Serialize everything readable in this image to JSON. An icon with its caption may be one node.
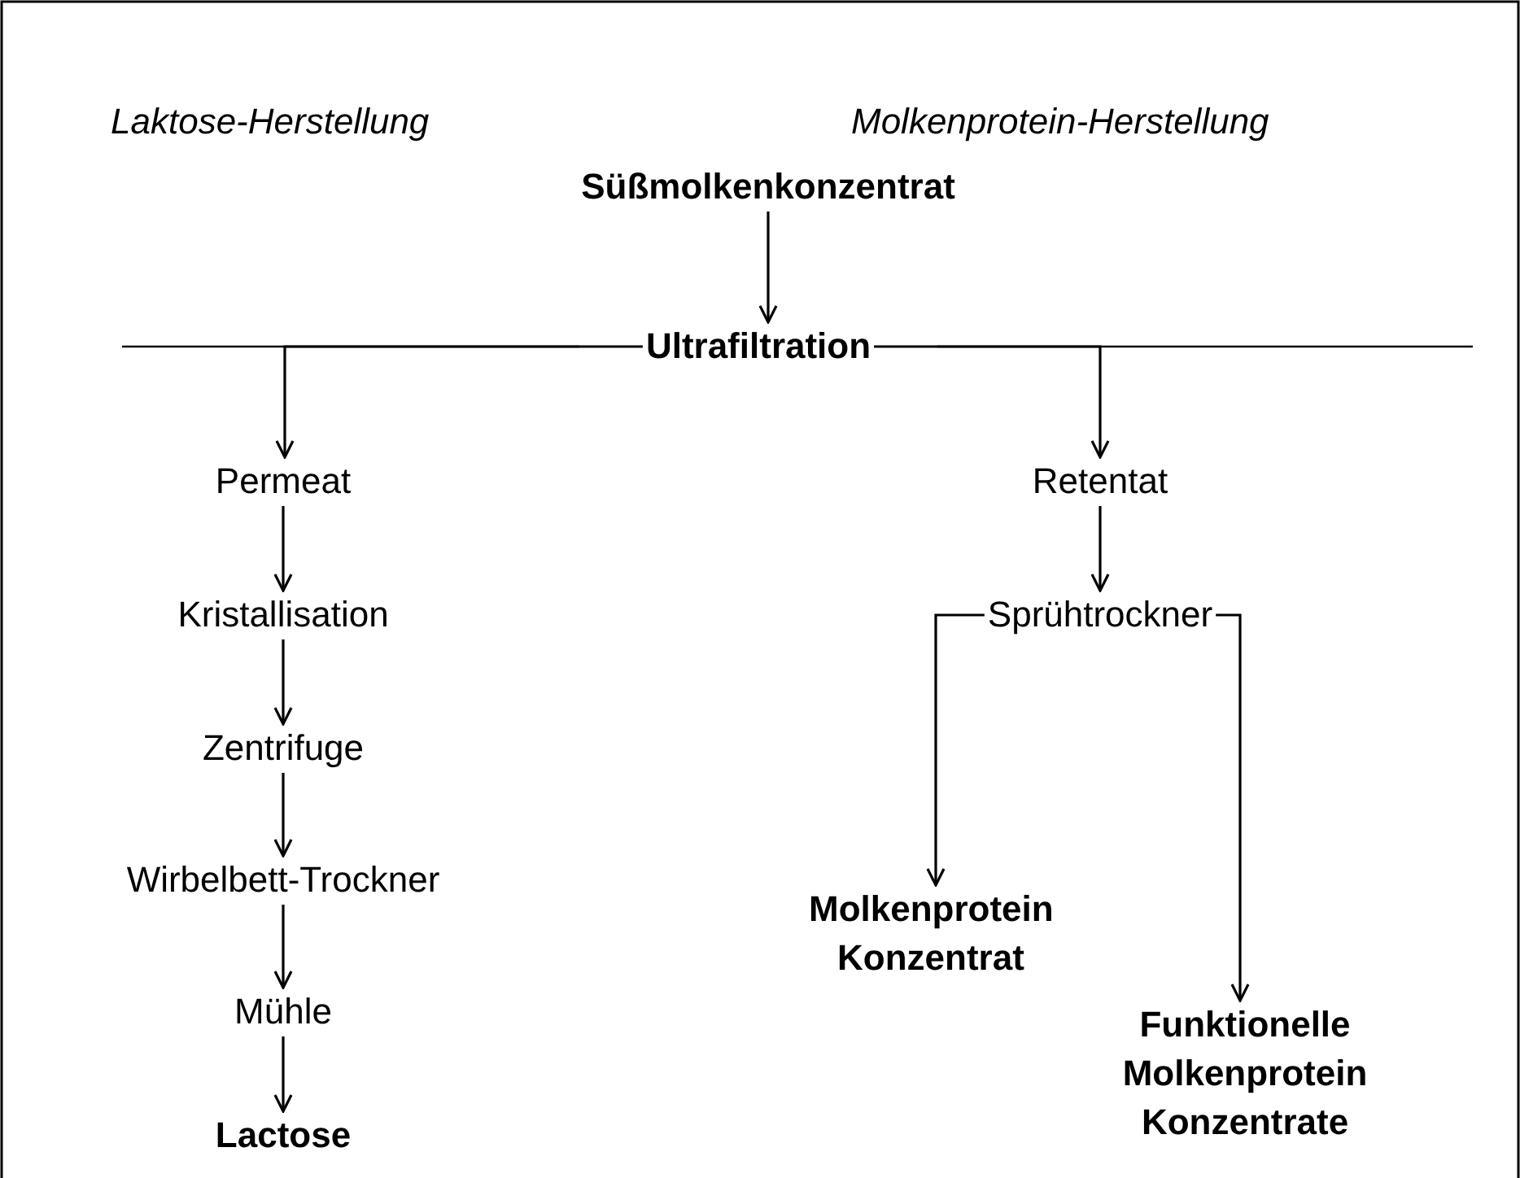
{
  "diagram": {
    "nodes": [
      {
        "text": [
          "Süßmolkenkonzentrat"
        ]
      },
      {
        "text": [
          "Ultrafiltration"
        ]
      },
      {
        "text": [
          "Permeat"
        ]
      },
      {
        "text": [
          "Kristallisation"
        ]
      },
      {
        "text": [
          "Zentrifuge"
        ]
      },
      {
        "text": [
          "Wirbelbett-Trockner"
        ]
      },
      {
        "text": [
          "Mühle"
        ]
      },
      {
        "text": [
          "Lactose"
        ]
      },
      {
        "text": [
          "Retentat"
        ]
      },
      {
        "text": [
          "Sprühtrockner"
        ]
      },
      {
        "text": [
          "Molkenprotein Konzentrat"
        ]
      },
      {
        "text": [
          "Funktionelle Molkenprotein Konzentrate"
        ]
      }
    ],
    "edges": [
      {
        "from": 0,
        "to": 1,
        "arrow": "to"
      },
      {
        "from": 1,
        "to": 2,
        "arrow": "to"
      },
      {
        "from": 2,
        "to": 3,
        "arrow": "to"
      },
      {
        "from": 3,
        "to": 4,
        "arrow": "to"
      },
      {
        "from": 4,
        "to": 5,
        "arrow": "to"
      },
      {
        "from": 5,
        "to": 6,
        "arrow": "to"
      },
      {
        "from": 6,
        "to": 7,
        "arrow": "to"
      },
      {
        "from": 1,
        "to": 8,
        "arrow": "to"
      },
      {
        "from": 8,
        "to": 9,
        "arrow": "to"
      },
      {
        "from": 9,
        "to": 10,
        "arrow": "to"
      },
      {
        "from": 9,
        "to": 11,
        "arrow": "to"
      }
    ],
    "labels": [
      "Laktose-Herstellung",
      "Molkenprotein-Herstellung"
    ]
  }
}
